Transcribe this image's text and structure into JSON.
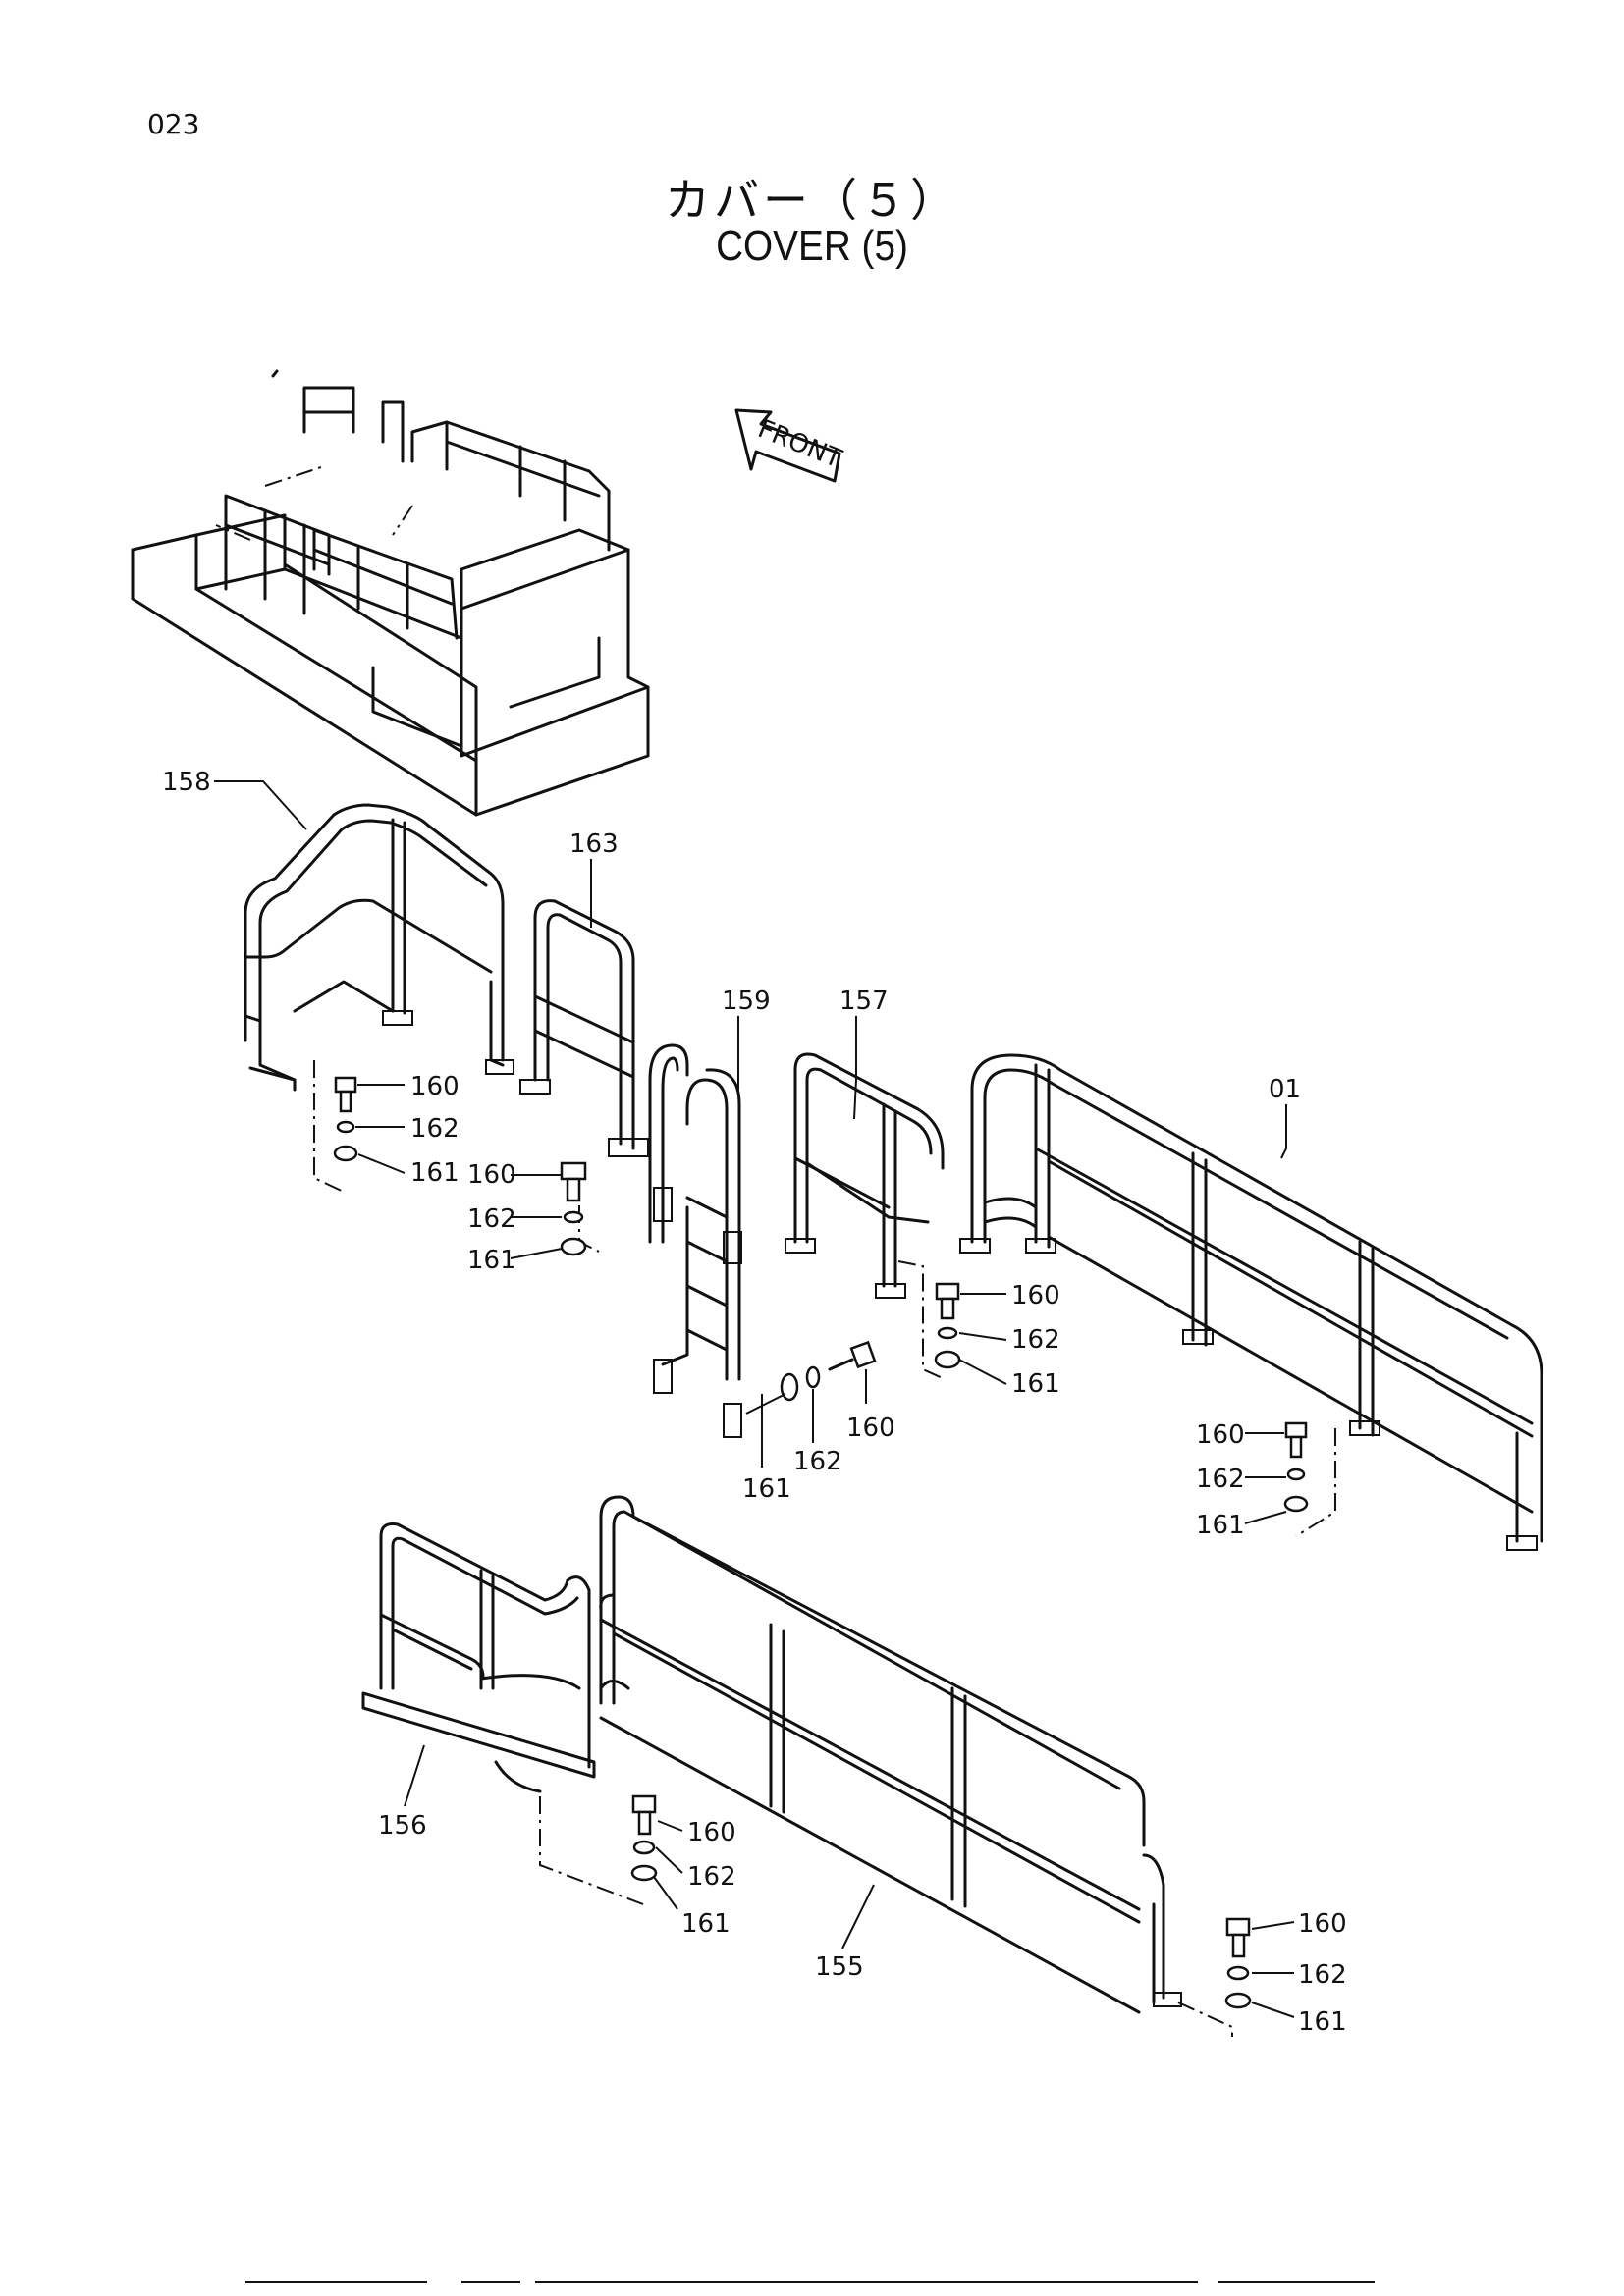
{
  "page_number": "023",
  "title_jp": "カバー（５）",
  "title_en": "COVER (5)",
  "front_label": "FRONT",
  "callouts": [
    {
      "id": "c158",
      "text": "158"
    },
    {
      "id": "c163",
      "text": "163"
    },
    {
      "id": "c159",
      "text": "159"
    },
    {
      "id": "c157",
      "text": "157"
    },
    {
      "id": "c01",
      "text": "01"
    },
    {
      "id": "c160a",
      "text": "160"
    },
    {
      "id": "c162a",
      "text": "162"
    },
    {
      "id": "c161a",
      "text": "161"
    },
    {
      "id": "c160b",
      "text": "160"
    },
    {
      "id": "c162b",
      "text": "162"
    },
    {
      "id": "c161b",
      "text": "161"
    },
    {
      "id": "c160c",
      "text": "160"
    },
    {
      "id": "c162c",
      "text": "162"
    },
    {
      "id": "c161c",
      "text": "161"
    },
    {
      "id": "c161d",
      "text": "161"
    },
    {
      "id": "c162d",
      "text": "162"
    },
    {
      "id": "c160d",
      "text": "160"
    },
    {
      "id": "c160e",
      "text": "160"
    },
    {
      "id": "c162e",
      "text": "162"
    },
    {
      "id": "c161e",
      "text": "161"
    },
    {
      "id": "c156",
      "text": "156"
    },
    {
      "id": "c160f",
      "text": "160"
    },
    {
      "id": "c162f",
      "text": "162"
    },
    {
      "id": "c161f",
      "text": "161"
    },
    {
      "id": "c155",
      "text": "155"
    },
    {
      "id": "c160g",
      "text": "160"
    },
    {
      "id": "c162g",
      "text": "162"
    },
    {
      "id": "c161g",
      "text": "161"
    }
  ]
}
